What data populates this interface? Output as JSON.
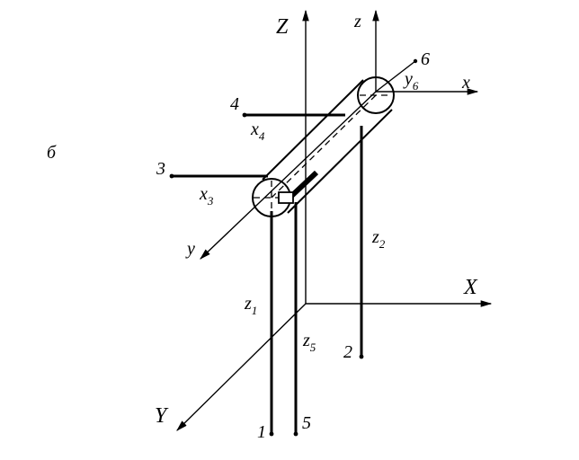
{
  "figure": {
    "panel_label": "б",
    "global_axes": {
      "Z": "Z",
      "X": "X",
      "Y": "Y"
    },
    "local_axes": {
      "z": "z",
      "x": "x",
      "y": "y"
    },
    "sensors": [
      {
        "num": "1",
        "axis": "z",
        "sub": "1"
      },
      {
        "num": "2",
        "axis": "z",
        "sub": "2"
      },
      {
        "num": "3",
        "axis": "x",
        "sub": "3"
      },
      {
        "num": "4",
        "axis": "x",
        "sub": "4"
      },
      {
        "num": "5",
        "axis": "z",
        "sub": "5"
      },
      {
        "num": "6",
        "axis": "y",
        "sub": "6"
      }
    ]
  }
}
